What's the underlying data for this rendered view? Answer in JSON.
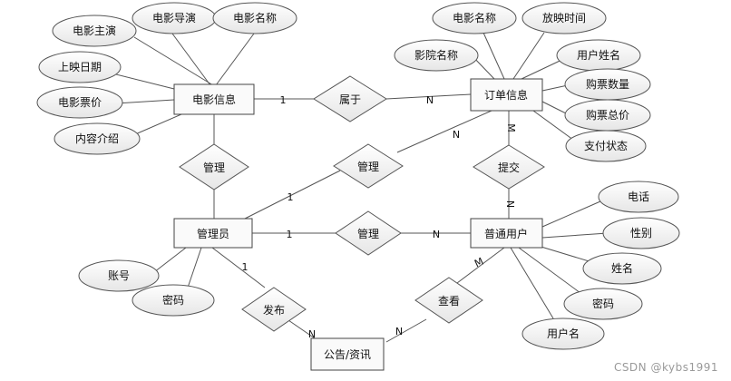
{
  "entities": {
    "movie": "电影信息",
    "order": "订单信息",
    "admin": "管理员",
    "user": "普通用户",
    "notice": "公告/资讯"
  },
  "attributes": {
    "movie_lead": "电影主演",
    "movie_director": "电影导演",
    "movie_name": "电影名称",
    "movie_release": "上映日期",
    "movie_price": "电影票价",
    "movie_intro": "内容介绍",
    "order_movie_name": "电影名称",
    "order_show_time": "放映时间",
    "order_cinema": "影院名称",
    "order_username": "用户姓名",
    "order_qty": "购票数量",
    "order_total": "购票总价",
    "order_pay_status": "支付状态",
    "admin_account": "账号",
    "admin_password": "密码",
    "user_phone": "电话",
    "user_gender": "性别",
    "user_name": "姓名",
    "user_password": "密码",
    "user_username": "用户名"
  },
  "relationships": {
    "belongs": "属于",
    "admin_movie": "管理",
    "admin_order": "管理",
    "admin_user": "管理",
    "submit": "提交",
    "publish": "发布",
    "view": "查看"
  },
  "cardinalities": {
    "belongs_movie": "1",
    "belongs_order": "N",
    "admin_order_admin": "1",
    "admin_order_order": "N",
    "submit_order": "M",
    "submit_user": "N",
    "admin_user_admin": "1",
    "admin_user_user": "N",
    "publish_admin": "1",
    "publish_notice": "N",
    "view_notice": "N",
    "view_user": "M"
  },
  "watermark": "CSDN @kybs1991"
}
